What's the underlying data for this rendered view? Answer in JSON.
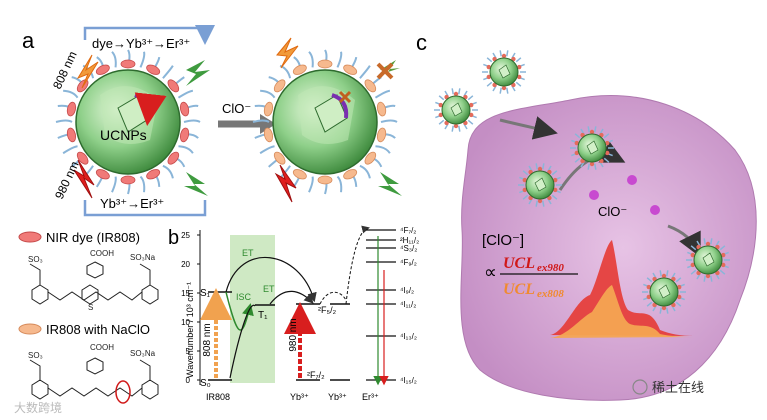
{
  "panel_labels": {
    "a": "a",
    "b": "b",
    "c": "c"
  },
  "panel_a": {
    "top_path": "dye→Yb³⁺→Er³⁺",
    "bottom_path": "Yb³⁺→Er³⁺",
    "nm808": "808 nm",
    "nm980": "980 nm",
    "particle_label": "UCNPs",
    "arrow_label": "ClO⁻",
    "legend_dye": "NIR dye (IR808)",
    "legend_naclo": "IR808 with NaClO",
    "struct_cooh": "COOH",
    "struct_so3na": "SO₃Na",
    "struct_so3": "SO₃",
    "struct_s": "S"
  },
  "panel_b": {
    "ylabel": "Wavenumber / 10³ cm⁻¹",
    "yticks": [
      "0",
      "5",
      "10",
      "15",
      "20",
      "25"
    ],
    "s1": "S₁",
    "s0": "S₀",
    "t1": "T₁",
    "isc": "ISC",
    "et1": "ET",
    "et2": "ET",
    "nm808": "808 nm",
    "nm980": "980 nm",
    "f52": "²F₅/₂",
    "f72": "²F₇/₂",
    "species": [
      "IR808",
      "Yb³⁺",
      "Yb³⁺",
      "Er³⁺"
    ],
    "er_levels": [
      "⁴F₇/₂",
      "²H₁₁/₂",
      "⁴S₃/₂",
      "⁴F₉/₂",
      "⁴I₉/₂",
      "⁴I₁₁/₂",
      "⁴I₁₃/₂",
      "⁴I₁₅/₂"
    ]
  },
  "panel_c": {
    "clo_bracket": "[ClO⁻]",
    "propto": "∝",
    "num": "UCL",
    "num_sub": "ex980",
    "den": "UCL",
    "den_sub": "ex808",
    "clo_label": "ClO⁻"
  },
  "watermark_right": "稀土在线",
  "watermark_left": "大数跨境",
  "colors": {
    "red": "#e8262a",
    "orange": "#f0a04a",
    "green": "#4a9a3a",
    "purple": "#d7a6d7"
  }
}
